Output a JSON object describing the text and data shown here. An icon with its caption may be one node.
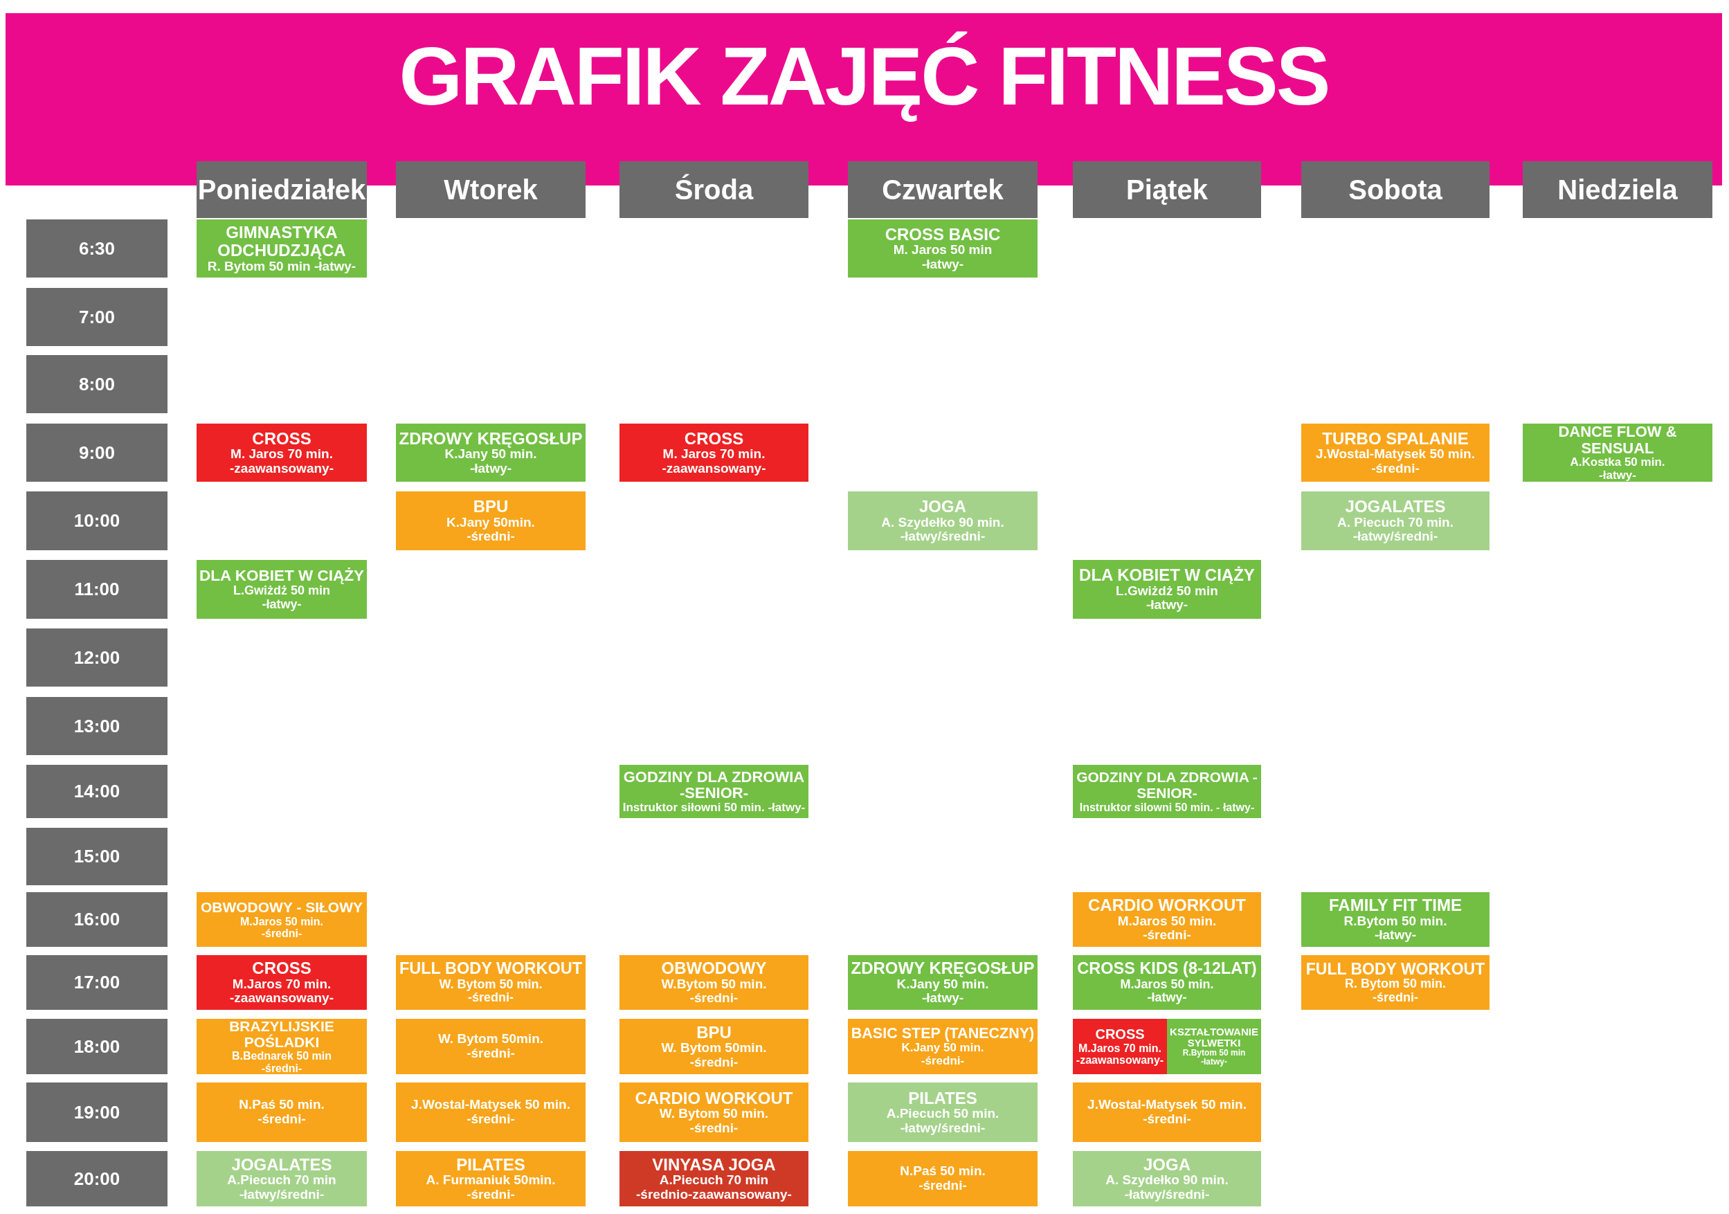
{
  "diagram": {
    "title": "GRAFIK ZAJĘĆ FITNESS",
    "nodes": [
      {
        "text": [
          "Poniedziałek"
        ]
      },
      {
        "text": [
          "Wtorek"
        ]
      },
      {
        "text": [
          "Środa"
        ]
      },
      {
        "text": [
          "Czwartek"
        ]
      },
      {
        "text": [
          "Piątek"
        ]
      },
      {
        "text": [
          "Sobota"
        ]
      },
      {
        "text": [
          "Niedziela"
        ]
      },
      {
        "text": [
          "6:30"
        ]
      },
      {
        "text": [
          "7:00"
        ]
      },
      {
        "text": [
          "8:00"
        ]
      },
      {
        "text": [
          "9:00"
        ]
      },
      {
        "text": [
          "10:00"
        ]
      },
      {
        "text": [
          "11:00"
        ]
      },
      {
        "text": [
          "12:00"
        ]
      },
      {
        "text": [
          "13:00"
        ]
      },
      {
        "text": [
          "14:00"
        ]
      },
      {
        "text": [
          "15:00"
        ]
      },
      {
        "text": [
          "16:00"
        ]
      },
      {
        "text": [
          "17:00"
        ]
      },
      {
        "text": [
          "18:00"
        ]
      },
      {
        "text": [
          "19:00"
        ]
      },
      {
        "text": [
          "20:00"
        ]
      },
      {
        "text": [
          "GIMNASTYKA ODCHUDZJĄCA",
          "R. Bytom 50 min -łatwy-"
        ]
      },
      {
        "text": [
          "CROSS BASIC",
          "M. Jaros 50 min",
          "-łatwy-"
        ]
      },
      {
        "text": [
          "CROSS",
          "M. Jaros 70 min.",
          "-zaawansowany-"
        ]
      },
      {
        "text": [
          "ZDROWY KRĘGOSŁUP",
          "K.Jany 50 min.",
          "-łatwy-"
        ]
      },
      {
        "text": [
          "CROSS",
          "M. Jaros 70 min.",
          "-zaawansowany-"
        ]
      },
      {
        "text": [
          "TURBO SPALANIE",
          "J.Wostal-Matysek 50 min.",
          "-średni-"
        ]
      },
      {
        "text": [
          "DANCE FLOW & SENSUAL",
          "A.Kostka 50 min.",
          "-łatwy-"
        ]
      },
      {
        "text": [
          "BPU",
          "K.Jany 50min.",
          "-średni-"
        ]
      },
      {
        "text": [
          "JOGA",
          "A. Szydełko 90 min.",
          "-łatwy/średni-"
        ]
      },
      {
        "text": [
          "JOGALATES",
          "A. Piecuch 70 min.",
          "-łatwy/średni-"
        ]
      },
      {
        "text": [
          "DLA KOBIET W CIĄŻY",
          "L.Gwiżdż 50 min",
          "-łatwy-"
        ]
      },
      {
        "text": [
          "DLA KOBIET W CIĄŻY",
          "L.Gwiżdż 50 min",
          "-łatwy-"
        ]
      },
      {
        "text": [
          "GODZINY DLA ZDROWIA -SENIOR-",
          "Instruktor siłowni 50 min. -łatwy-"
        ]
      },
      {
        "text": [
          "GODZINY DLA ZDROWIA -SENIOR-",
          "Instruktor silowni 50 min. - łatwy-"
        ]
      },
      {
        "text": [
          "OBWODOWY - SIŁOWY",
          "M.Jaros 50 min.",
          "-średni-"
        ]
      },
      {
        "text": [
          "CARDIO WORKOUT",
          "M.Jaros 50 min.",
          "-średni-"
        ]
      },
      {
        "text": [
          "FAMILY FIT TIME",
          "R.Bytom 50 min.",
          "-łatwy-"
        ]
      },
      {
        "text": [
          "CROSS",
          "M.Jaros 70 min.",
          "-zaawansowany-"
        ]
      },
      {
        "text": [
          "FULL BODY WORKOUT",
          "W. Bytom 50 min.",
          "-średni-"
        ]
      },
      {
        "text": [
          "OBWODOWY",
          "W.Bytom 50 min.",
          "-średni-"
        ]
      },
      {
        "text": [
          "ZDROWY KRĘGOSŁUP",
          "K.Jany 50 min.",
          "-łatwy-"
        ]
      },
      {
        "text": [
          "CROSS KIDS (8-12LAT)",
          "M.Jaros 50 min.",
          "-łatwy-"
        ]
      },
      {
        "text": [
          "FULL BODY WORKOUT",
          "R. Bytom 50 min.",
          "-średni-"
        ]
      },
      {
        "text": [
          "BRAZYLIJSKIE POŚLADKI",
          "B.Bednarek 50 min",
          "-średni-"
        ]
      },
      {
        "text": [
          "W. Bytom 50min.",
          "-średni-"
        ]
      },
      {
        "text": [
          "BPU",
          "W. Bytom 50min.",
          "-średni-"
        ]
      },
      {
        "text": [
          "BASIC STEP (TANECZNY)",
          "K.Jany 50 min.",
          "-średni-"
        ]
      },
      {
        "text": [
          "CROSS",
          "M.Jaros 70 min.",
          "-zaawansowany-"
        ]
      },
      {
        "text": [
          "KSZTAŁTOWANIE SYLWETKI",
          "R.Bytom 50 min -łatwy-"
        ]
      },
      {
        "text": [
          "N.Paś 50 min.",
          "-średni-"
        ]
      },
      {
        "text": [
          "J.Wostal-Matysek 50 min.",
          "-średni-"
        ]
      },
      {
        "text": [
          "CARDIO WORKOUT",
          "W. Bytom 50 min.",
          "-średni-"
        ]
      },
      {
        "text": [
          "PILATES",
          "A.Piecuch 50 min.",
          "-łatwy/średni-"
        ]
      },
      {
        "text": [
          "J.Wostal-Matysek 50 min.",
          "-średni-"
        ]
      },
      {
        "text": [
          "JOGALATES",
          "A.Piecuch 70 min",
          "-łatwy/średni-"
        ]
      },
      {
        "text": [
          "PILATES",
          "A. Furmaniuk 50min.",
          "-średni-"
        ]
      },
      {
        "text": [
          "VINYASA JOGA",
          "A.Piecuch 70 min",
          "-średnio-zaawansowany-"
        ]
      },
      {
        "text": [
          "N.Paś 50 min.",
          "-średni-"
        ]
      },
      {
        "text": [
          "JOGA",
          "A. Szydełko 90 min.",
          "-łatwy/średni-"
        ]
      }
    ]
  }
}
